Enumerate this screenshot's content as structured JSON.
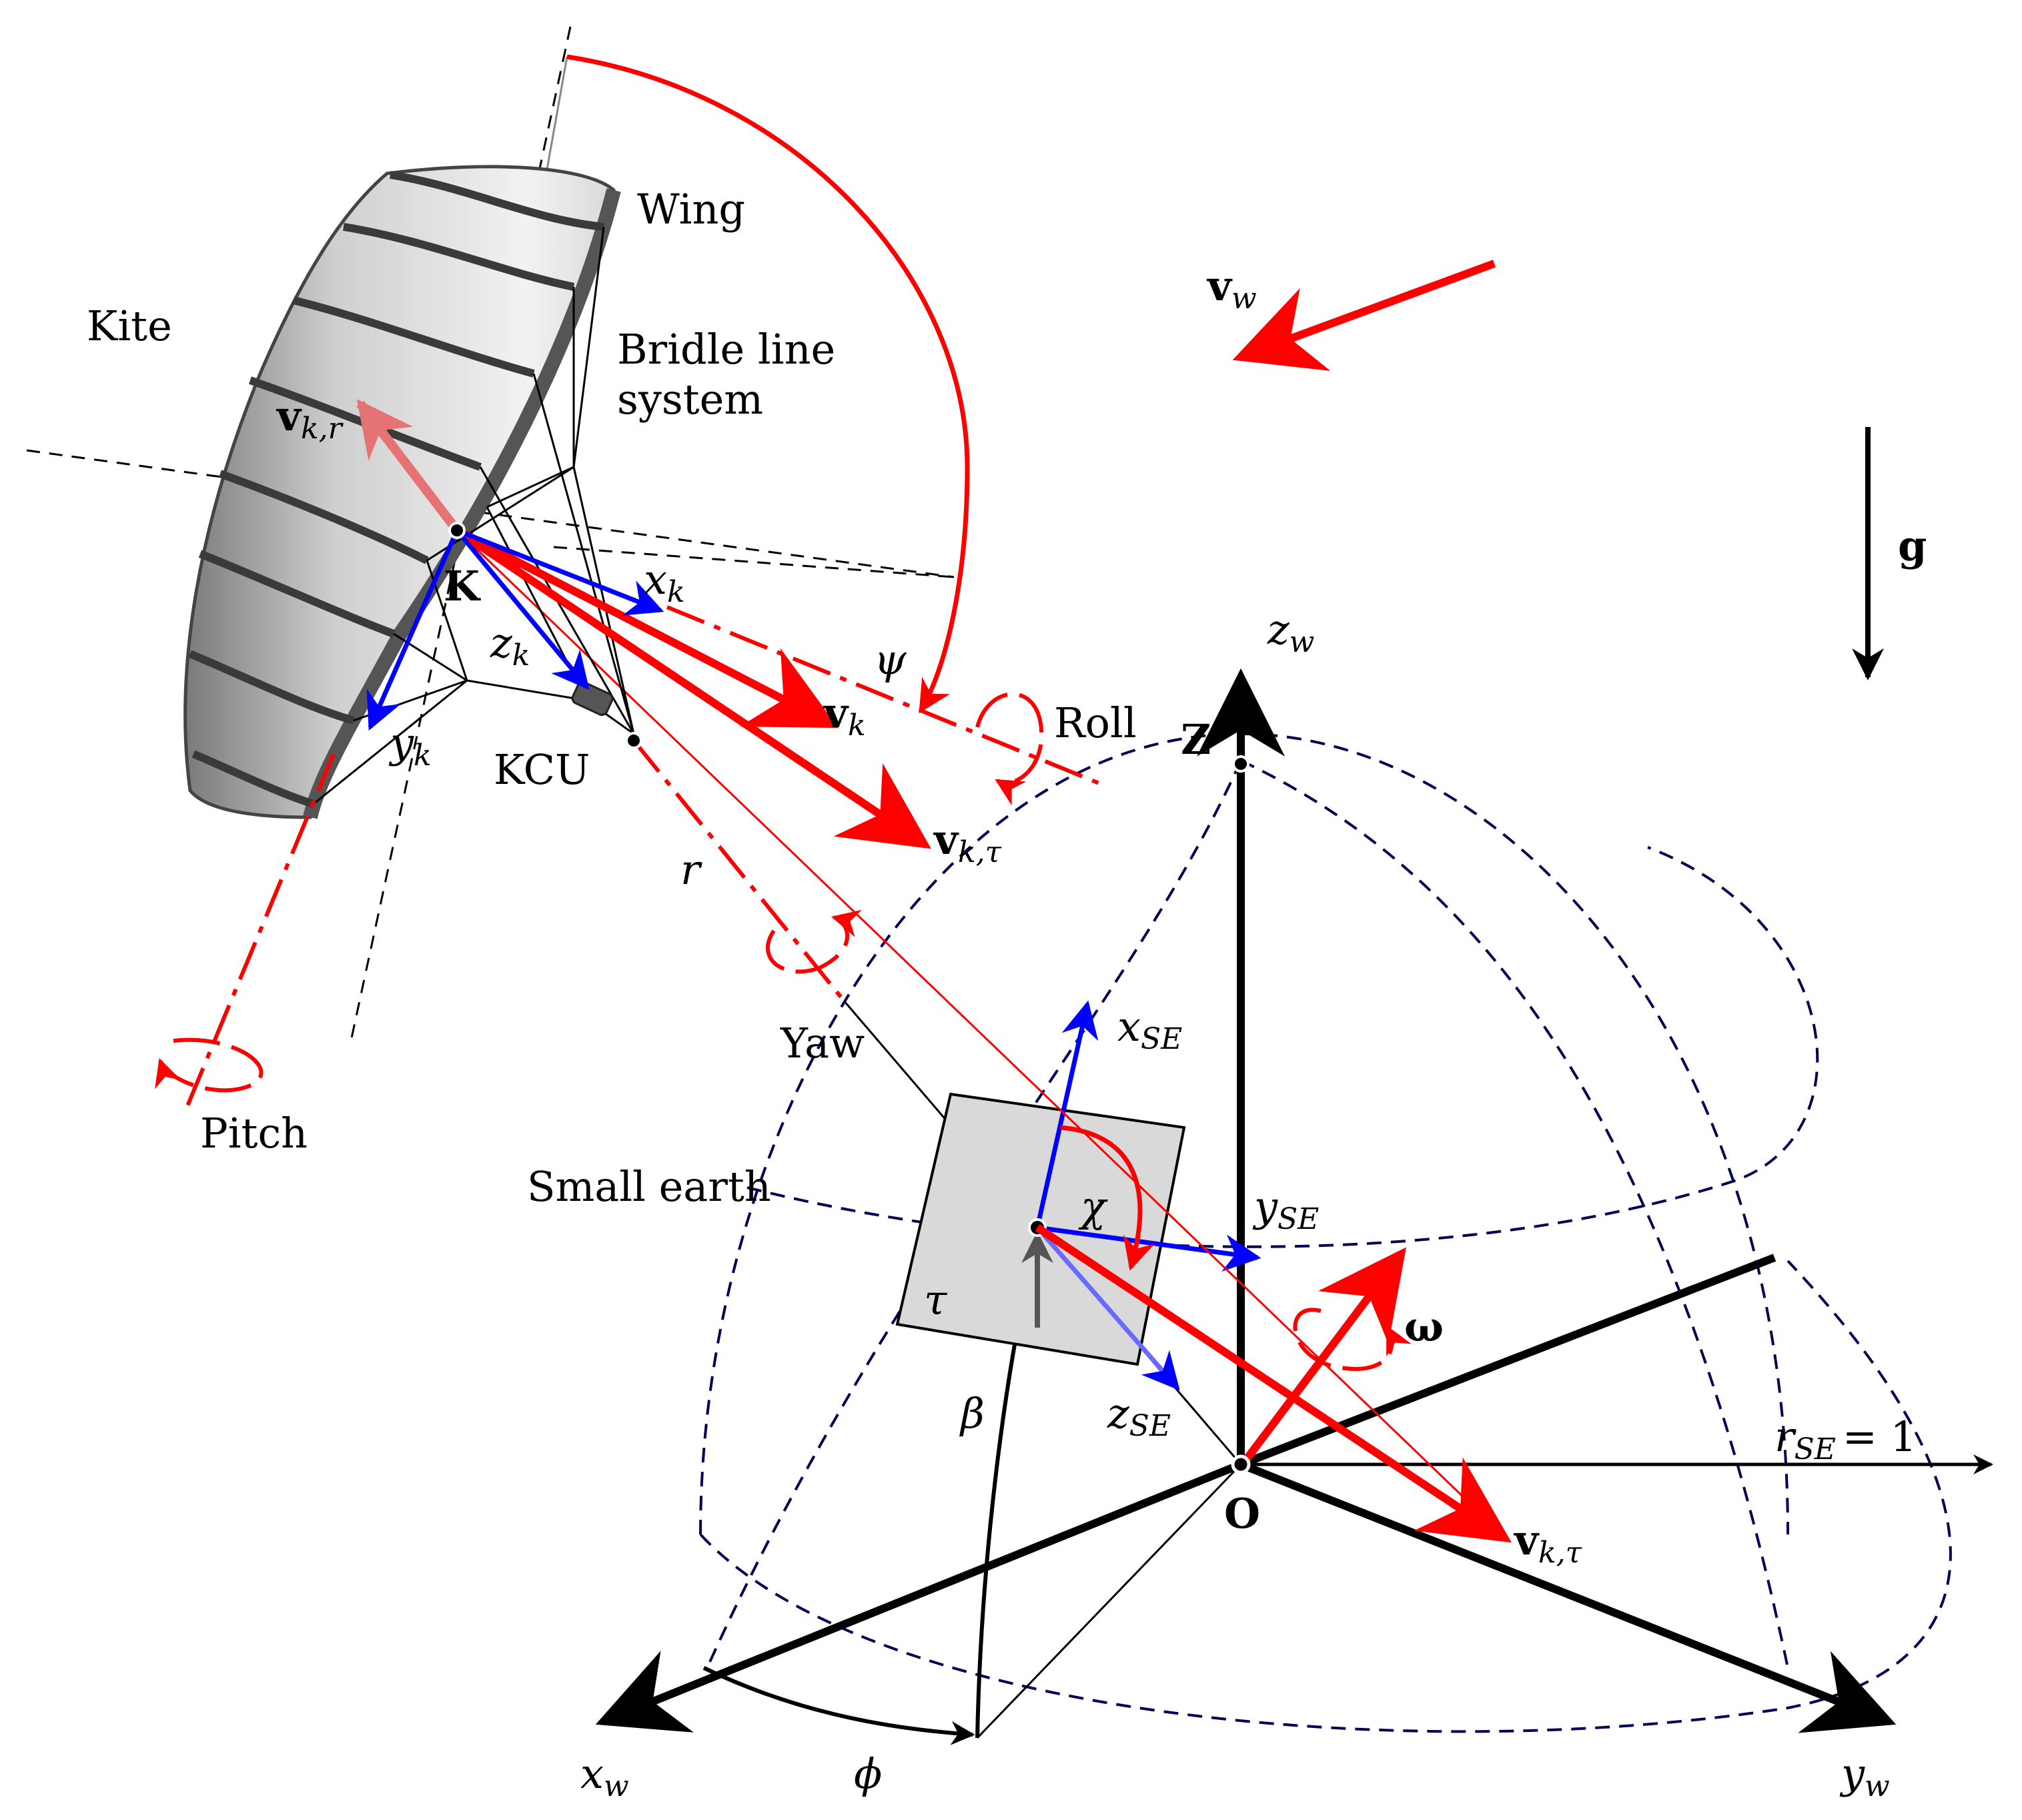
{
  "labels": {
    "kite": "Kite",
    "wing": "Wing",
    "bridle_line1": "Bridle line",
    "bridle_line2": "system",
    "kcu": "KCU",
    "pitch": "Pitch",
    "yaw": "Yaw",
    "roll": "Roll",
    "small_earth": "Small earth",
    "point_k": "K",
    "point_z": "Z",
    "point_o": "O",
    "g": "g",
    "r": "r",
    "psi": "ψ",
    "chi": "χ",
    "tau": "τ",
    "beta": "β",
    "phi": "ϕ",
    "omega": "ω",
    "r_se_eq": "= 1"
  },
  "vectors": {
    "v_w": {
      "main": "v",
      "sub": "w"
    },
    "v_kr": {
      "main": "v",
      "sub": "k,r"
    },
    "v_k": {
      "main": "v",
      "sub": "k"
    },
    "v_ktau_upper": {
      "main": "v",
      "sub": "k,τ"
    },
    "v_ktau_lower": {
      "main": "v",
      "sub": "k,τ"
    }
  },
  "axes": {
    "x_k": {
      "main": "x",
      "sub": "k"
    },
    "y_k": {
      "main": "y",
      "sub": "k"
    },
    "z_k": {
      "main": "z",
      "sub": "k"
    },
    "x_se": {
      "main": "x",
      "sub": "SE"
    },
    "y_se": {
      "main": "y",
      "sub": "SE"
    },
    "z_se": {
      "main": "z",
      "sub": "SE"
    },
    "z_w": {
      "main": "z",
      "sub": "w"
    },
    "x_w": {
      "main": "x",
      "sub": "w"
    },
    "y_w": {
      "main": "y",
      "sub": "w"
    },
    "r_se": {
      "main": "r",
      "sub": "SE"
    }
  },
  "colors": {
    "red": "#ff0000",
    "blue": "#0000ff",
    "black": "#000000",
    "navy": "#000055",
    "tangent_plane": "#d9d9d9"
  }
}
